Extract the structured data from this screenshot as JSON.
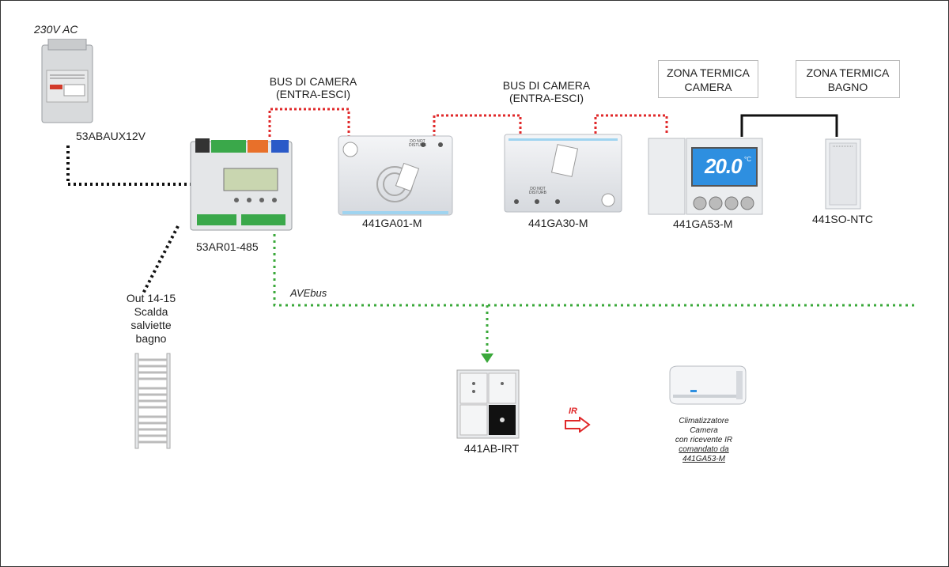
{
  "labels": {
    "power": "230V AC",
    "psu": "53ABAUX12V",
    "controller": "53AR01-485",
    "bus_left_1": "BUS DI CAMERA",
    "bus_left_2": "(ENTRA-ESCI)",
    "bus_right_1": "BUS DI CAMERA",
    "bus_right_2": "(ENTRA-ESCI)",
    "zone_camera_1": "ZONA TERMICA",
    "zone_camera_2": "CAMERA",
    "zone_bagno_1": "ZONA TERMICA",
    "zone_bagno_2": "BAGNO",
    "dev_ga01": "441GA01-M",
    "dev_ga30": "441GA30-M",
    "dev_ga53": "441GA53-M",
    "dev_ntc": "441SO-NTC",
    "out_1": "Out 14-15",
    "out_2": "Scalda",
    "out_3": "salviette",
    "out_4": "bagno",
    "avebus": "AVEbus",
    "irt": "441AB-IRT",
    "ir": "IR",
    "clim_1": "Climatizzatore",
    "clim_2": "Camera",
    "clim_3": "con ricevente IR",
    "clim_4": "comandato da",
    "clim_5": "441GA53-M"
  },
  "device_text": {
    "dnd_1": "DO NOT",
    "dnd_2": "DISTURB",
    "thermo_temp": "20.0",
    "thermo_unit": "°C"
  },
  "colors": {
    "bus_red": "#e0282a",
    "avebus_green": "#3aa83a",
    "power_black": "#111111",
    "thermo_screen": "#2e8fe0"
  }
}
